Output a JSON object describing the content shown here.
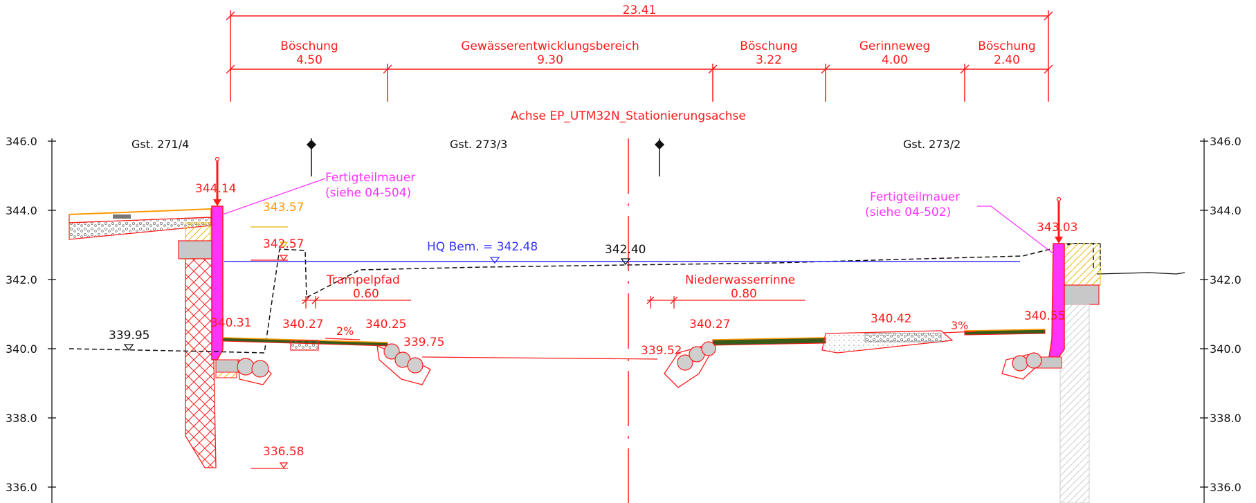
{
  "dimensions": {
    "overall": "23.41",
    "segments": [
      {
        "label": "Böschung",
        "value": "4.50"
      },
      {
        "label": "Gewässerentwicklungsbereich",
        "value": "9.30"
      },
      {
        "label": "Böschung",
        "value": "3.22"
      },
      {
        "label": "Gerinneweg",
        "value": "4.00"
      },
      {
        "label": "Böschung",
        "value": "2.40"
      }
    ]
  },
  "axis_title": "Achse EP_UTM32N_Stationierungsachse",
  "parcels": [
    "Gst. 271/4",
    "Gst. 273/3",
    "Gst. 273/2"
  ],
  "elevation_scale": {
    "ticks": [
      "346.0",
      "344.0",
      "342.0",
      "340.0",
      "338.0",
      "336.0"
    ],
    "range": [
      335.6,
      346.6
    ]
  },
  "walls": {
    "left": {
      "label_line1": "Fertigteilmauer",
      "label_line2": "(siehe 04-504)"
    },
    "right": {
      "label_line1": "Fertigteilmauer",
      "label_line2": "(siehe 04-502)"
    }
  },
  "water_level": {
    "label": "HQ Bem. = 342.48"
  },
  "features": {
    "trampelpfad": {
      "label": "Trampelpfad",
      "width": "0.60"
    },
    "niederwasserrinne": {
      "label": "Niederwasserrinne",
      "width": "0.80"
    }
  },
  "elevations": {
    "wall_top_left": "344.14",
    "left_yellow": "343.57",
    "left_upper": "342.57",
    "terrain_mid": "342.40",
    "wall_top_right": "343.03",
    "left_ground": "339.95",
    "wall_foot_left": "340.31",
    "path_left": "340.27",
    "path_right": "340.25",
    "channel_left": "339.75",
    "channel_right_bottom": "339.52",
    "channel_right_top": "340.27",
    "gerinneweg": "340.42",
    "wall_foot_right": "340.55",
    "left_foundation": "336.58"
  },
  "slopes": {
    "left": "2%",
    "right": "3%"
  },
  "colors": {
    "dimension": "#ff1a1a",
    "wall": "#ff33ff",
    "water": "#3333ff",
    "orange": "#ff9900",
    "terrain": "#111111"
  }
}
